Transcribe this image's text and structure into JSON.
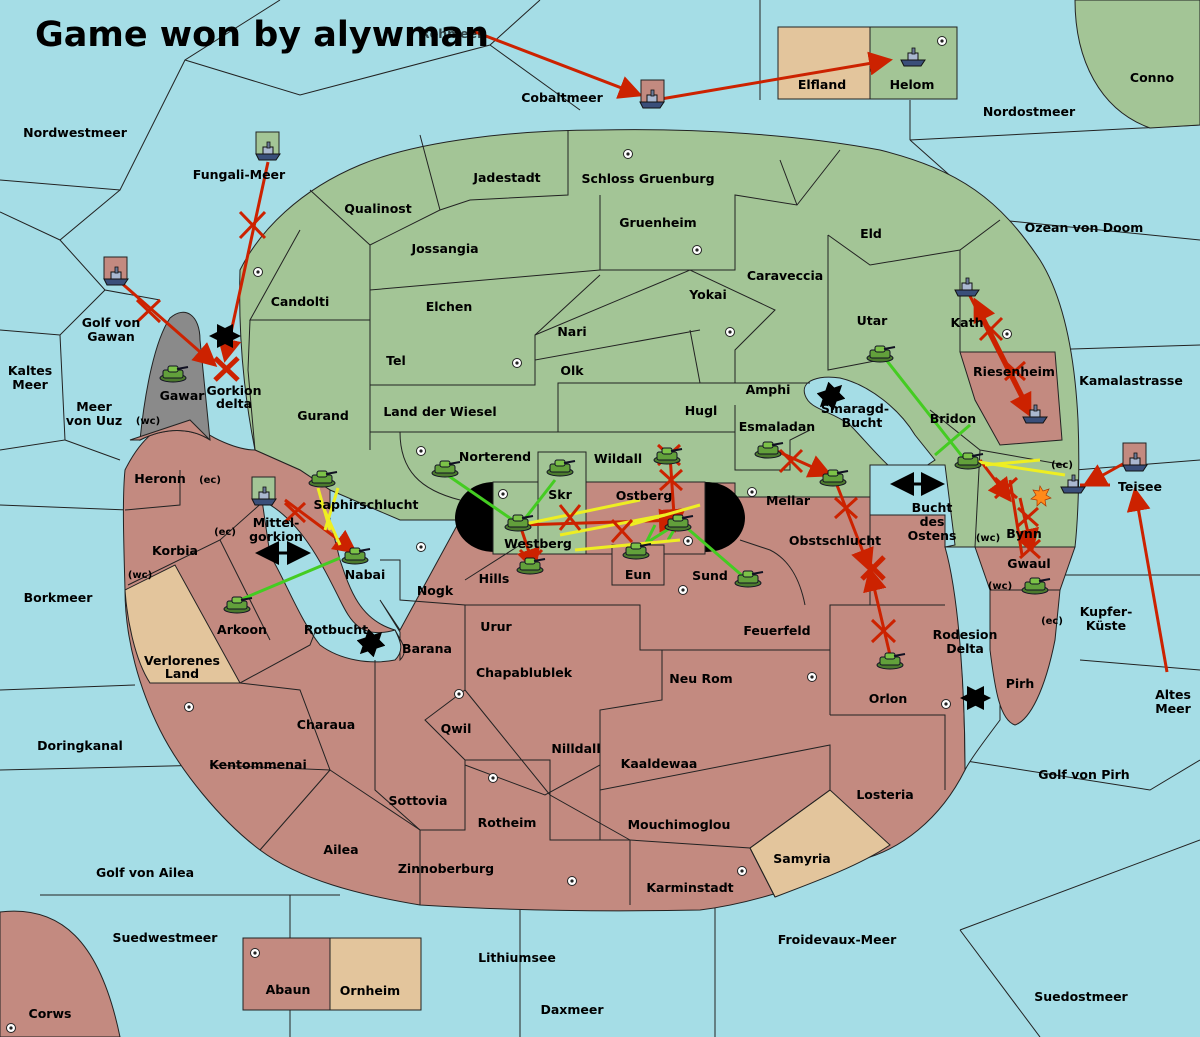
{
  "title": "Game won by alywman",
  "colors": {
    "sea": "#a5dde6",
    "green_power": "#a3c596",
    "red_power": "#c38a80",
    "neutral": "#e3c59c",
    "impassable": "#8a8a8a",
    "order_move": "#cc2200",
    "order_support": "#44cc22",
    "order_convoy": "#eeee22"
  },
  "seas": {
    "nordwestmeer": "Nordwestmeer",
    "fungali": "Fungali-Meer",
    "golf_gawan_1": "Golf von",
    "golf_gawan_2": "Gawan",
    "kaltes_1": "Kaltes",
    "kaltes_2": "Meer",
    "uuz_1": "Meer",
    "uuz_2": "von Uuz",
    "borkmeer": "Borkmeer",
    "doringkanal": "Doringkanal",
    "golf_ailea": "Golf von Ailea",
    "suedwestmeer": "Suedwestmeer",
    "lithiumsee": "Lithiumsee",
    "daxmeer": "Daxmeer",
    "froidevaux": "Froidevaux-Meer",
    "suedostmeer": "Suedostmeer",
    "golf_pirh": "Golf von Pirh",
    "altes_1": "Altes",
    "altes_2": "Meer",
    "kupfer_1": "Kupfer-",
    "kupfer_2": "Küste",
    "kamalastrasse": "Kamalastrasse",
    "ozean": "Ozean von Doom",
    "nordostmeer": "Nordostmeer",
    "cobaltmeer": "Cobaltmeer",
    "rohmeer": "Rohmeer",
    "mittel_1": "Mittel-",
    "mittel_2": "gorkion",
    "rotbucht": "Rotbucht",
    "smaragd_1": "Smaragd-",
    "smaragd_2": "Bucht",
    "bucht_1": "Bucht",
    "bucht_2": "des",
    "bucht_3": "Ostens",
    "rodesion_1": "Rodesion",
    "rodesion_2": "Delta",
    "gorkion_1": "Gorkion",
    "gorkion_2": "delta"
  },
  "provinces": {
    "conno": "Conno",
    "elfland": "Elfland",
    "helom": "Helom",
    "corws": "Corws",
    "abaun": "Abaun",
    "ornheim": "Ornheim",
    "gawar": "Gawar",
    "jadestadt": "Jadestadt",
    "schloss": "Schloss Gruenburg",
    "qualinost": "Qualinost",
    "gruenheim": "Gruenheim",
    "eld": "Eld",
    "jossangia": "Jossangia",
    "caraveccia": "Caraveccia",
    "candolti": "Candolti",
    "elchen": "Elchen",
    "yokai": "Yokai",
    "nari": "Nari",
    "utar": "Utar",
    "kath": "Kath",
    "tel": "Tel",
    "olk": "Olk",
    "amphi": "Amphi",
    "riesenheim": "Riesenheim",
    "gurand": "Gurand",
    "wiesel": "Land der Wiesel",
    "hugl": "Hugl",
    "esmaladan": "Esmaladan",
    "bridon": "Bridon",
    "norterend": "Norterend",
    "wildall": "Wildall",
    "skr": "Skr",
    "ostberg": "Ostberg",
    "mellar": "Mellar",
    "westberg": "Westberg",
    "heronn": "Heronn",
    "saphir": "Saphirschlucht",
    "obstschlucht": "Obstschlucht",
    "bynn": "Bynn",
    "teisee": "Teisee",
    "korbia": "Korbia",
    "nabai": "Nabai",
    "hills": "Hills",
    "eun": "Eun",
    "sund": "Sund",
    "gwaul": "Gwaul",
    "nogk": "Nogk",
    "arkoon": "Arkoon",
    "urur": "Urur",
    "feuerfeld": "Feuerfeld",
    "barana": "Barana",
    "chapablublek": "Chapablublek",
    "verlorenes_1": "Verlorenes",
    "verlorenes_2": "Land",
    "neurom": "Neu Rom",
    "orlon": "Orlon",
    "pirh": "Pirh",
    "charaua": "Charaua",
    "qwil": "Qwil",
    "nilldall": "Nilldall",
    "kaaldewaa": "Kaaldewaa",
    "kentommenai": "Kentommenai",
    "losteria": "Losteria",
    "sottovia": "Sottovia",
    "rotheim": "Rotheim",
    "mouchimoglou": "Mouchimoglou",
    "ailea": "Ailea",
    "samyria": "Samyria",
    "zinnoberburg": "Zinnoberburg",
    "karminstadt": "Karminstadt"
  },
  "coasts": {
    "wc": "(wc)",
    "ec": "(ec)"
  },
  "orders": {
    "move_color": "#cc2200",
    "support_color": "#44cc22",
    "convoy_color": "#eeee22",
    "failed_marker": "x-mark",
    "dislodged_marker": "bold-x"
  }
}
